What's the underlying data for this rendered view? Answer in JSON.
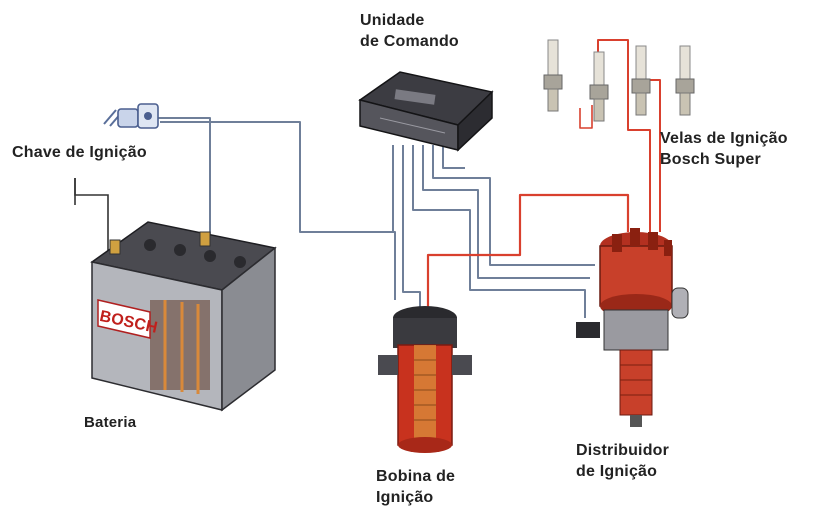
{
  "labels": {
    "control_unit": [
      "Unidade",
      "de Comando"
    ],
    "ignition_key": "Chave de Ignição",
    "spark_plugs": [
      "Velas de Ignição",
      "Bosch Super"
    ],
    "battery": "Bateria",
    "coil": [
      "Bobina de",
      "Ignição"
    ],
    "distributor": [
      "Distribuidor",
      "de Ignição"
    ],
    "battery_brand": "BOSCH"
  },
  "colors": {
    "wire_gray": "#6f7f99",
    "wire_red": "#d9402e",
    "coil_red": "#c8321e",
    "battery_gray": "#9a9aa0",
    "dark": "#2a2a2e"
  }
}
